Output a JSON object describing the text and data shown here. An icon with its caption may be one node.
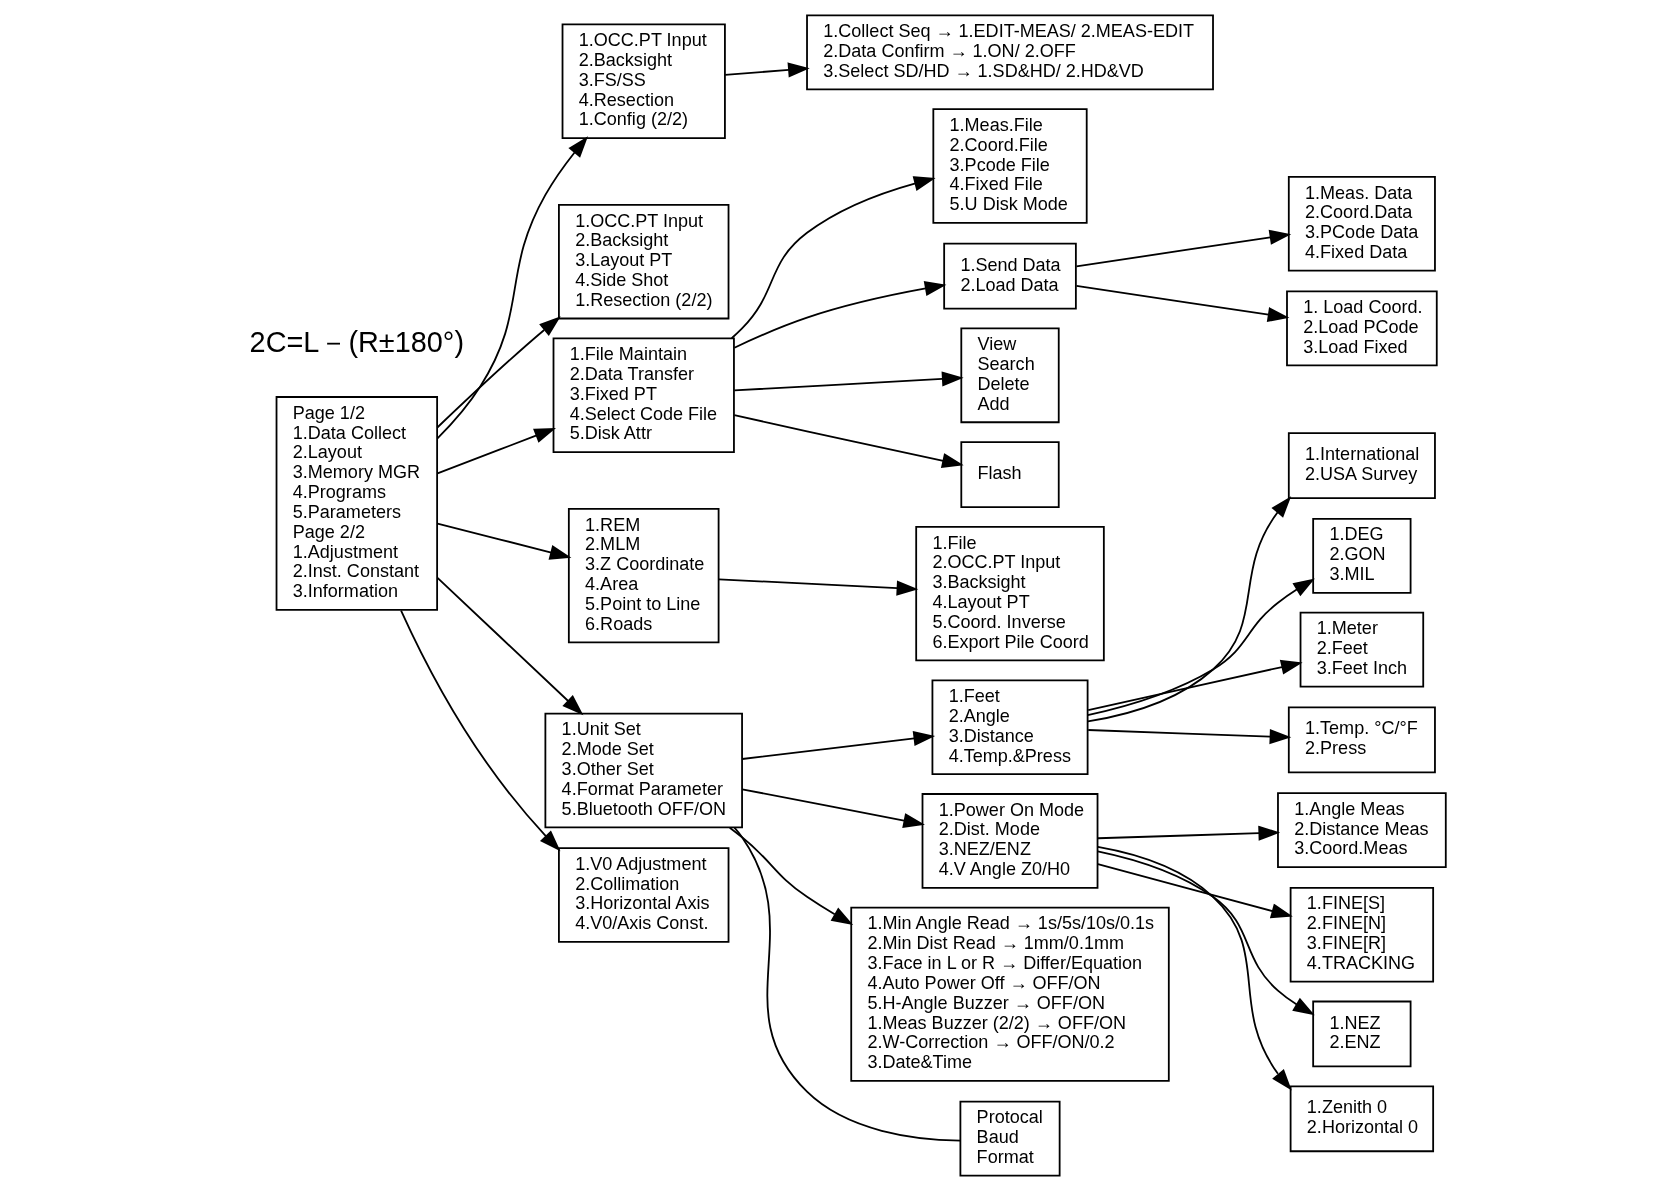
{
  "diagram": {
    "nodes": [
      {
        "text": [
          "Page 1/2",
          "1.Data Collect",
          "2.Layout",
          "3.Memory MGR",
          "4.Programs",
          "5.Parameters",
          "Page 2/2",
          "1.Adjustment",
          "2.Inst. Constant",
          "3.Information"
        ]
      },
      {
        "text": [
          "1.OCC.PT Input",
          "2.Backsight",
          "3.FS/SS",
          "4.Resection",
          "1.Config (2/2)"
        ]
      },
      {
        "text": [
          "1.OCC.PT Input",
          "2.Backsight",
          "3.Layout PT",
          "4.Side Shot",
          "1.Resection (2/2)"
        ]
      },
      {
        "text": [
          "1.File Maintain",
          "2.Data Transfer",
          "3.Fixed PT",
          "4.Select Code File",
          "5.Disk Attr"
        ]
      },
      {
        "text": [
          "1.REM",
          "2.MLM",
          "3.Z Coordinate",
          "4.Area",
          "5.Point to Line",
          "6.Roads"
        ]
      },
      {
        "text": [
          "1.Unit Set",
          "2.Mode Set",
          "3.Other Set",
          "4.Format Parameter",
          "5.Bluetooth OFF/ON"
        ]
      },
      {
        "text": [
          "1.V0 Adjustment",
          "2.Collimation",
          "3.Horizontal Axis",
          "4.V0/Axis Const."
        ]
      },
      {
        "text": [
          "1.Collect Seq → 1.EDIT-MEAS/ 2.MEAS-EDIT",
          "2.Data Confirm → 1.ON/ 2.OFF",
          "3.Select SD/HD → 1.SD&HD/ 2.HD&VD"
        ]
      },
      {
        "text": [
          "1.Meas.File",
          "2.Coord.File",
          "3.Pcode File",
          "4.Fixed File",
          "5.U Disk Mode"
        ]
      },
      {
        "text": [
          "1.Send Data",
          "2.Load Data"
        ]
      },
      {
        "text": [
          "1.Meas. Data",
          "2.Coord.Data",
          "3.PCode Data",
          "4.Fixed Data"
        ]
      },
      {
        "text": [
          "1. Load Coord.",
          "2.Load PCode",
          "3.Load Fixed"
        ]
      },
      {
        "text": [
          "View",
          "Search",
          "Delete",
          "Add"
        ]
      },
      {
        "text": [
          "Flash"
        ]
      },
      {
        "text": [
          "1.File",
          "2.OCC.PT Input",
          "3.Backsight",
          "4.Layout PT",
          "5.Coord. Inverse",
          "6.Export Pile Coord"
        ]
      },
      {
        "text": [
          "1.Feet",
          "2.Angle",
          "3.Distance",
          "4.Temp.&Press"
        ]
      },
      {
        "text": [
          "1.Power On Mode",
          "2.Dist. Mode",
          "3.NEZ/ENZ",
          "4.V Angle Z0/H0"
        ]
      },
      {
        "text": [
          "1.Min Angle Read → 1s/5s/10s/0.1s",
          "2.Min Dist Read → 1mm/0.1mm",
          "3.Face in L or R → Differ/Equation",
          "4.Auto Power Off → OFF/ON",
          "5.H-Angle Buzzer → OFF/ON",
          "1.Meas Buzzer (2/2) → OFF/ON",
          "2.W-Correction → OFF/ON/0.2",
          "3.Date&Time"
        ]
      },
      {
        "text": [
          "1.International",
          "2.USA Survey"
        ]
      },
      {
        "text": [
          "1.DEG",
          "2.GON",
          "3.MIL"
        ]
      },
      {
        "text": [
          "1.Meter",
          "2.Feet",
          "3.Feet Inch"
        ]
      },
      {
        "text": [
          "1.Temp. °C/°F",
          "2.Press"
        ]
      },
      {
        "text": [
          "1.Angle Meas",
          "2.Distance Meas",
          "3.Coord.Meas"
        ]
      },
      {
        "text": [
          "1.FINE[S]",
          "2.FINE[N]",
          "3.FINE[R]",
          "4.TRACKING"
        ]
      },
      {
        "text": [
          "1.NEZ",
          "2.ENZ"
        ]
      },
      {
        "text": [
          "1.Zenith 0",
          "2.Horizontal 0"
        ]
      },
      {
        "text": [
          "Protocal",
          "Baud",
          "Format"
        ]
      }
    ],
    "edges": [
      {
        "from": 0,
        "to": 1,
        "arrow": "to"
      },
      {
        "from": 0,
        "to": 2,
        "arrow": "to"
      },
      {
        "from": 0,
        "to": 3,
        "arrow": "to"
      },
      {
        "from": 0,
        "to": 4,
        "arrow": "to"
      },
      {
        "from": 0,
        "to": 5,
        "arrow": "to"
      },
      {
        "from": 0,
        "to": 6,
        "arrow": "to"
      },
      {
        "from": 1,
        "to": 7,
        "arrow": "to"
      },
      {
        "from": 3,
        "to": 8,
        "arrow": "to"
      },
      {
        "from": 3,
        "to": 9,
        "arrow": "to"
      },
      {
        "from": 9,
        "to": 10,
        "arrow": "to"
      },
      {
        "from": 9,
        "to": 11,
        "arrow": "to"
      },
      {
        "from": 3,
        "to": 12,
        "arrow": "to"
      },
      {
        "from": 3,
        "to": 13,
        "arrow": "to"
      },
      {
        "from": 4,
        "to": 14,
        "arrow": "to"
      },
      {
        "from": 5,
        "to": 15,
        "arrow": "to"
      },
      {
        "from": 5,
        "to": 16,
        "arrow": "to"
      },
      {
        "from": 5,
        "to": 17,
        "arrow": "to"
      },
      {
        "from": 15,
        "to": 18,
        "arrow": "to"
      },
      {
        "from": 15,
        "to": 19,
        "arrow": "to"
      },
      {
        "from": 15,
        "to": 20,
        "arrow": "to"
      },
      {
        "from": 15,
        "to": 21,
        "arrow": "to"
      },
      {
        "from": 16,
        "to": 22,
        "arrow": "to"
      },
      {
        "from": 16,
        "to": 23,
        "arrow": "to"
      },
      {
        "from": 16,
        "to": 24,
        "arrow": "to"
      },
      {
        "from": 16,
        "to": 25,
        "arrow": "to"
      },
      {
        "from": 5,
        "to": 26,
        "arrow": "none"
      }
    ],
    "labels": [
      "2C=L－(R±180°)"
    ]
  }
}
